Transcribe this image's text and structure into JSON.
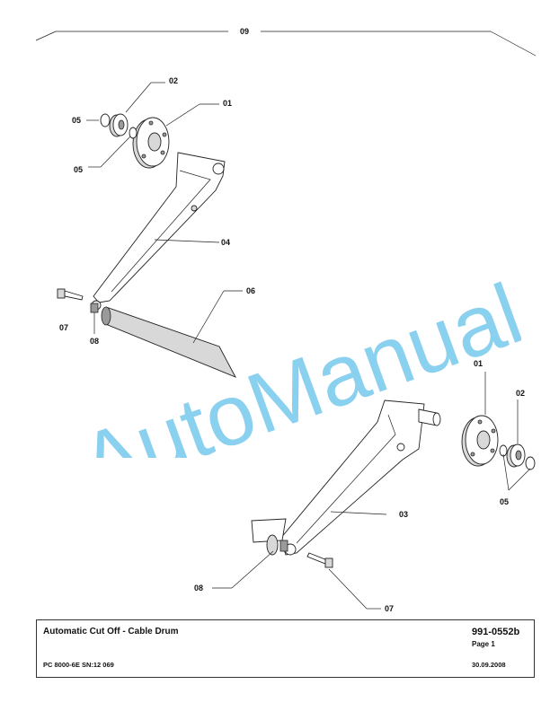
{
  "header": {
    "section_number": "09"
  },
  "callouts": {
    "top_01": "01",
    "top_02": "02",
    "top_05a": "05",
    "top_05b": "05",
    "top_04": "04",
    "top_06": "06",
    "top_07": "07",
    "top_08": "08",
    "bot_01": "01",
    "bot_02": "02",
    "bot_05": "05",
    "bot_03": "03",
    "bot_07": "07",
    "bot_08": "08"
  },
  "watermark": {
    "text": "AutoManual",
    "color": "#29a9e1"
  },
  "footer": {
    "title": "Automatic Cut Off - Cable Drum",
    "model": "PC 8000-6E SN:12 069",
    "doc_number": "991-0552b",
    "page": "Page 1",
    "date": "30.09.2008"
  }
}
